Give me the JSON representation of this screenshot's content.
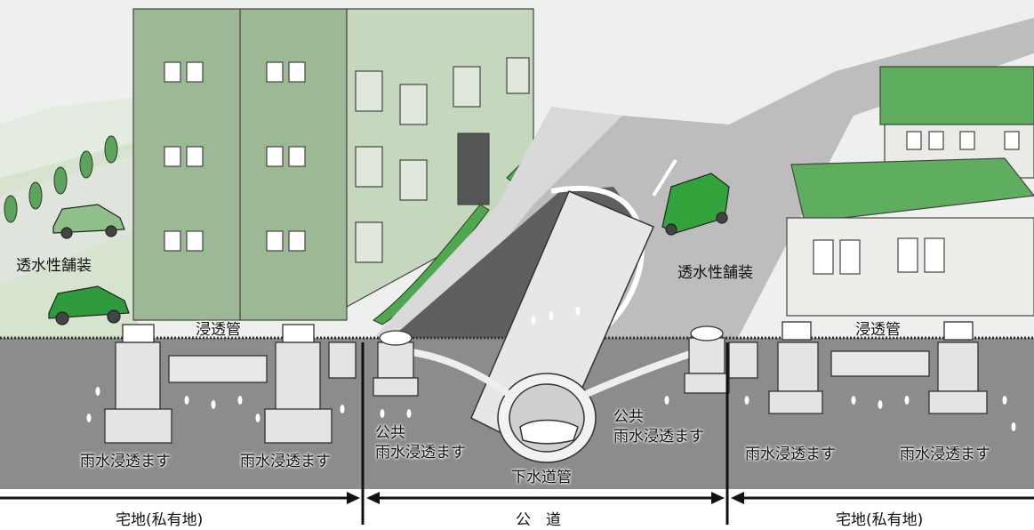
{
  "labels": {
    "permeable_paving_left": "透水性舗装",
    "permeable_paving_right": "透水性舗装",
    "infiltration_pipe_left": "浸透管",
    "infiltration_pipe_right": "浸透管",
    "rain_inlet_1": "雨水浸透ます",
    "rain_inlet_2": "雨水浸透ます",
    "public_inlet_left_line1": "公共",
    "public_inlet_left_line2": "雨水浸透ます",
    "public_inlet_right_line1": "公共",
    "public_inlet_right_line2": "雨水浸透ます",
    "sewer_pipe": "下水道管",
    "rain_inlet_3": "雨水浸透ます",
    "rain_inlet_4": "雨水浸透ます"
  },
  "zones": {
    "left": "宅地(私有地)",
    "center": "公　道",
    "right": "宅地(私有地)"
  },
  "colors": {
    "sky": "#e9ece8",
    "building": "#9db894",
    "building_light": "#c5d8bd",
    "green": "#3a9a3a",
    "soil": "#8a8a8a",
    "road": "#b3b3b3",
    "concrete": "#e8e8e8"
  }
}
